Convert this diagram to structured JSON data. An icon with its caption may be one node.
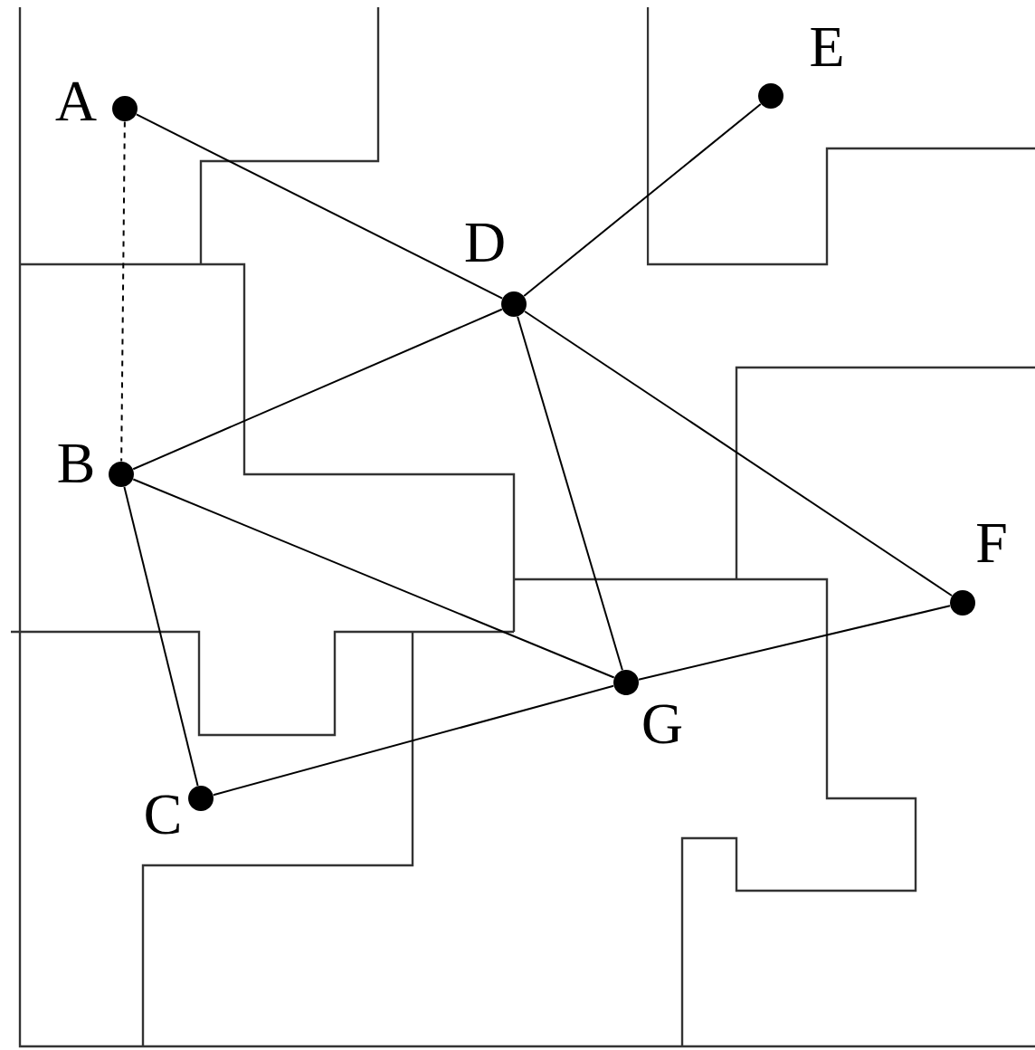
{
  "diagram": {
    "nodes": [
      {
        "text": [
          "A"
        ]
      },
      {
        "text": [
          "B"
        ]
      },
      {
        "text": [
          "C"
        ]
      },
      {
        "text": [
          "D"
        ]
      },
      {
        "text": [
          "E"
        ]
      },
      {
        "text": [
          "F"
        ]
      },
      {
        "text": [
          "G"
        ]
      }
    ],
    "edges": [
      {
        "from": 0,
        "to": 3,
        "arrow": "none"
      },
      {
        "from": 0,
        "to": 1,
        "arrow": "none",
        "style": "dashed"
      },
      {
        "from": 1,
        "to": 3,
        "arrow": "none"
      },
      {
        "from": 1,
        "to": 6,
        "arrow": "none"
      },
      {
        "from": 1,
        "to": 2,
        "arrow": "none"
      },
      {
        "from": 2,
        "to": 6,
        "arrow": "none"
      },
      {
        "from": 3,
        "to": 4,
        "arrow": "none"
      },
      {
        "from": 3,
        "to": 6,
        "arrow": "none"
      },
      {
        "from": 3,
        "to": 5,
        "arrow": "none"
      },
      {
        "from": 5,
        "to": 6,
        "arrow": "none"
      }
    ]
  }
}
